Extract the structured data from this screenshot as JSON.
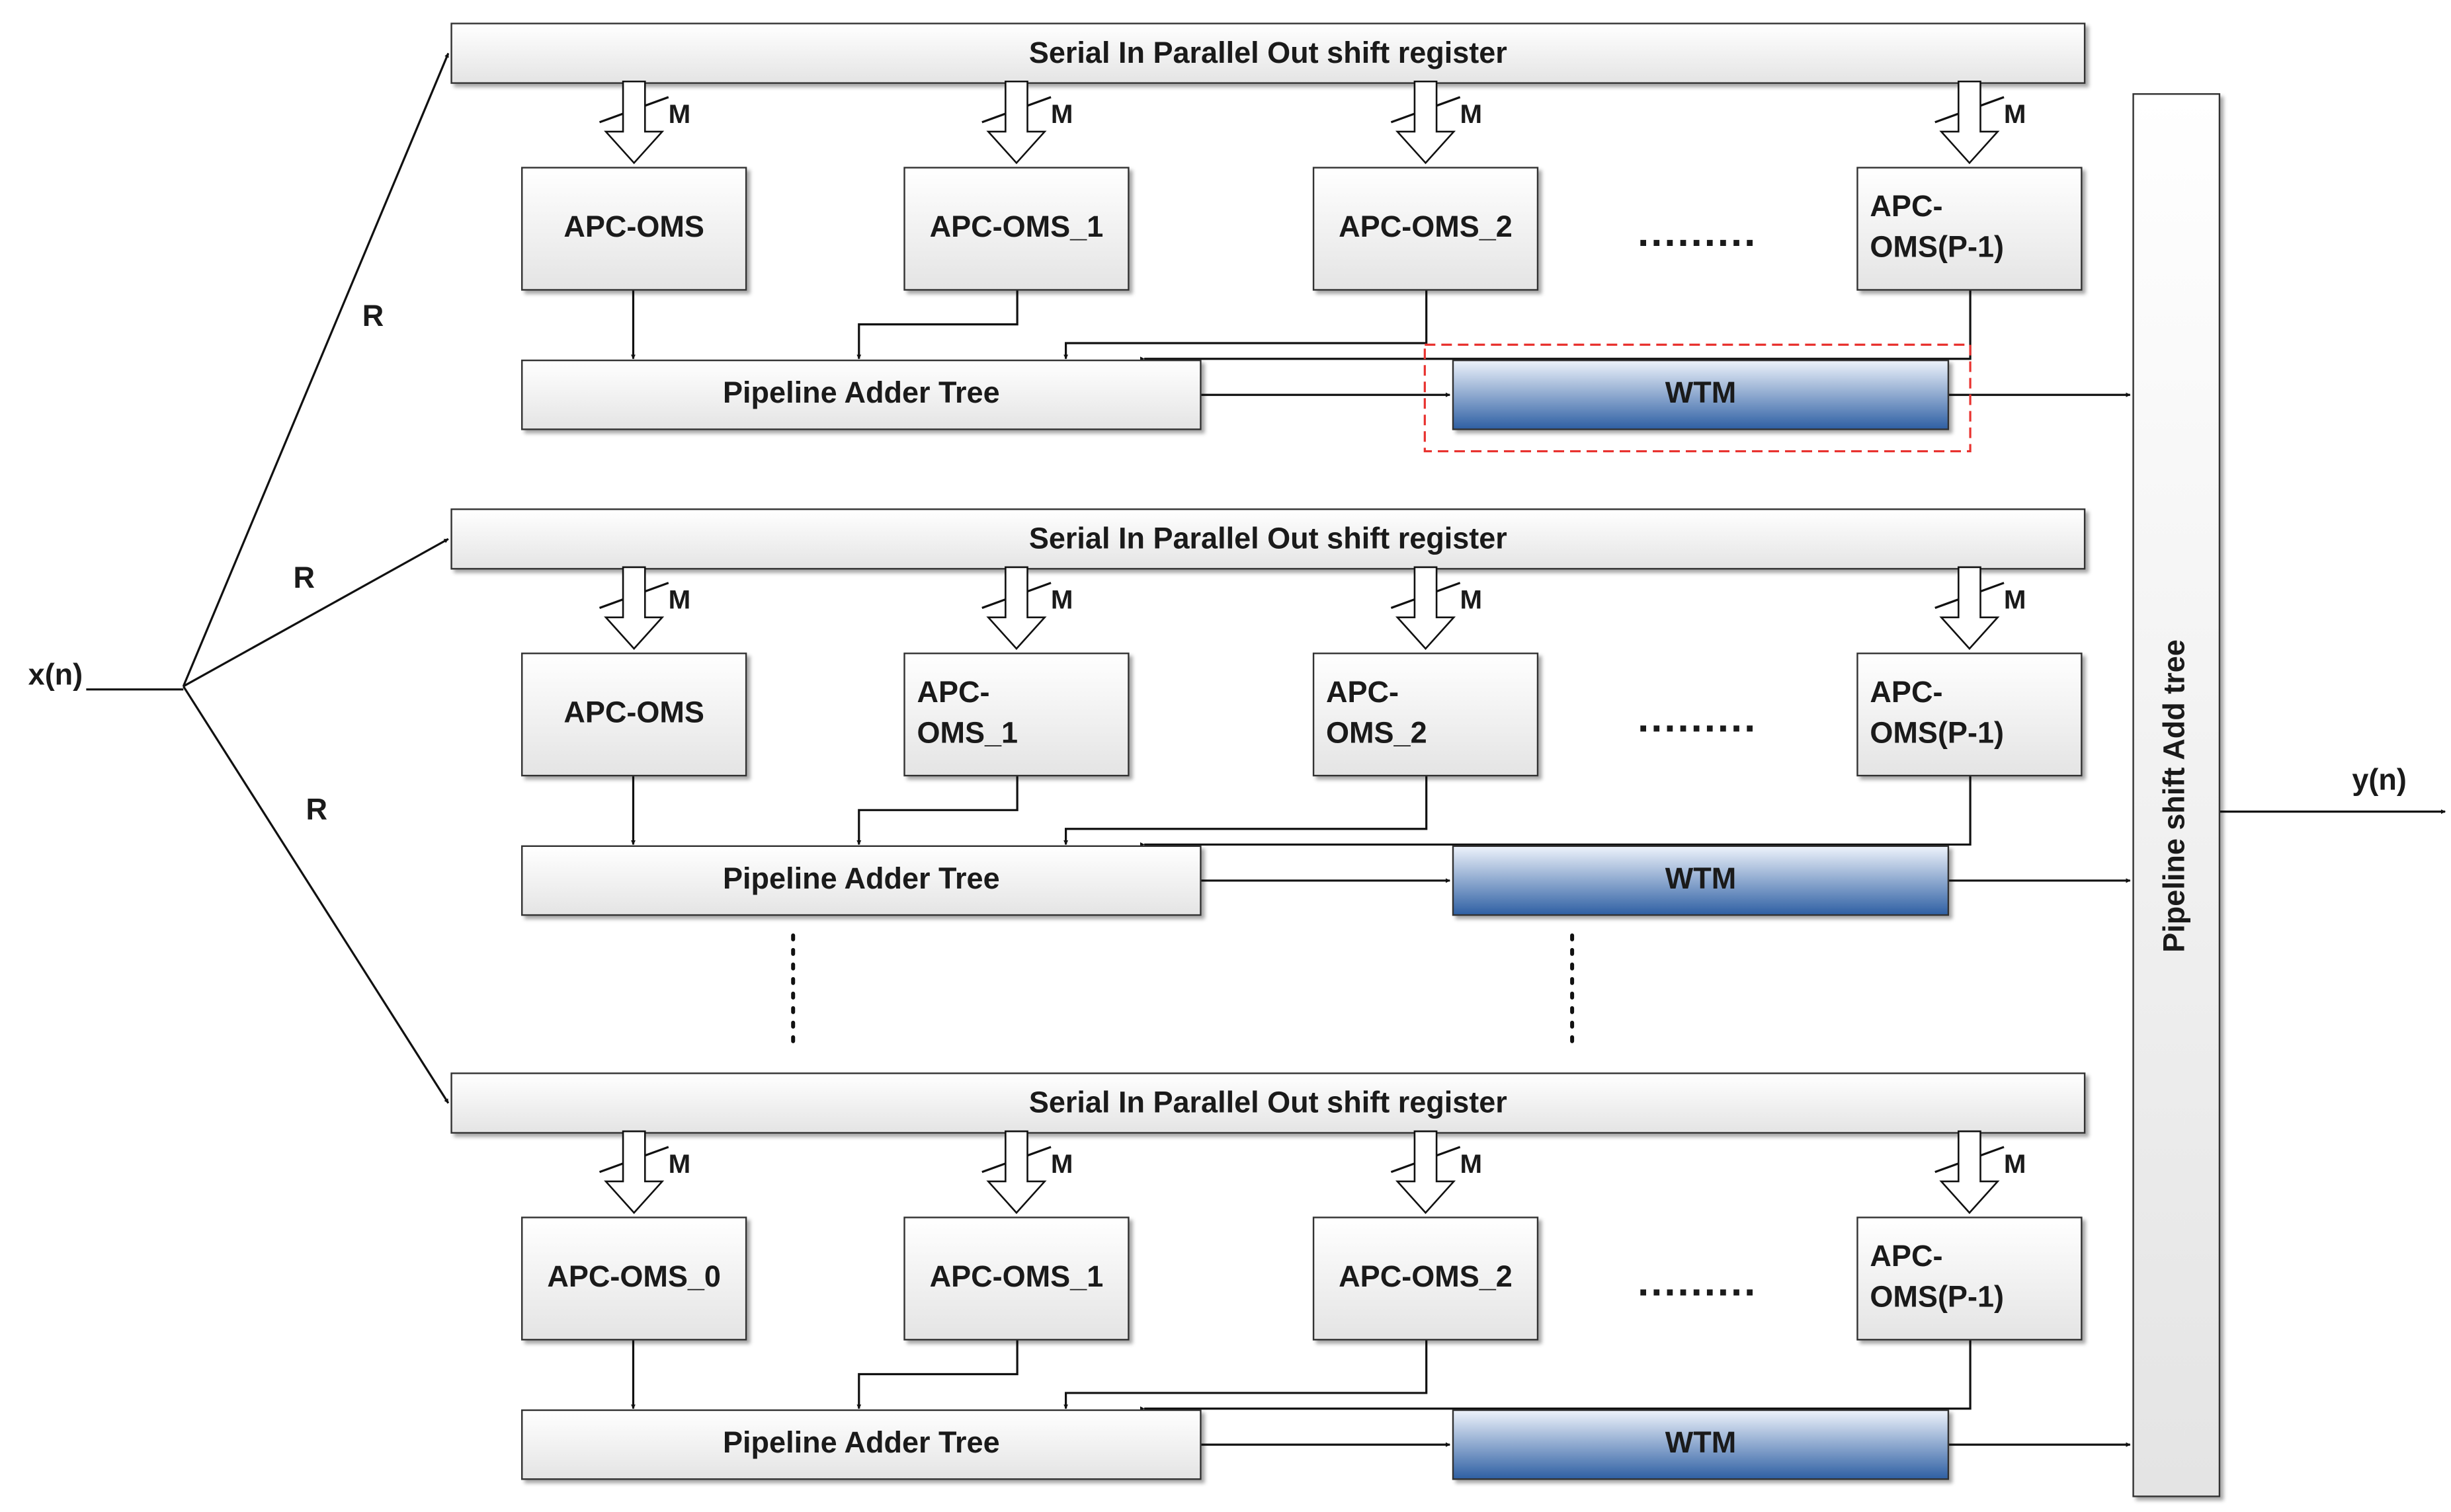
{
  "input_label": "x(n)",
  "output_label": "y(n)",
  "branch_label": "R",
  "bus_width_label": "M",
  "ellipsis": ".........",
  "pipeline_shift_add_tree": "Pipeline shift  Add tree",
  "colors": {
    "box_fill_top": "#ffffff",
    "box_fill_bottom": "#e6e6e6",
    "wtm_top": "#e9f0fa",
    "wtm_bottom": "#2e5fa3",
    "highlight": "#e8322f",
    "line": "#111111"
  },
  "rows": [
    {
      "shift_register": "Serial In Parallel Out shift register",
      "apc_blocks": [
        [
          "APC-OMS"
        ],
        [
          "APC-OMS_1"
        ],
        [
          "APC-OMS_2"
        ],
        [
          "APC-",
          "OMS(P-1)"
        ]
      ],
      "adder_tree": "Pipeline Adder Tree",
      "wtm": "WTM",
      "wtm_highlighted": true
    },
    {
      "shift_register": "Serial In Parallel Out shift register",
      "apc_blocks": [
        [
          "APC-OMS"
        ],
        [
          "APC-",
          "OMS_1"
        ],
        [
          "APC-",
          "OMS_2"
        ],
        [
          "APC-",
          "OMS(P-1)"
        ]
      ],
      "adder_tree": "Pipeline Adder Tree",
      "wtm": "WTM",
      "wtm_highlighted": false
    },
    {
      "shift_register": "Serial In Parallel Out shift register",
      "apc_blocks": [
        [
          "APC-OMS_0"
        ],
        [
          "APC-OMS_1"
        ],
        [
          "APC-OMS_2"
        ],
        [
          "APC-",
          "OMS(P-1)"
        ]
      ],
      "adder_tree": "Pipeline Adder Tree",
      "wtm": "WTM",
      "wtm_highlighted": false
    }
  ]
}
